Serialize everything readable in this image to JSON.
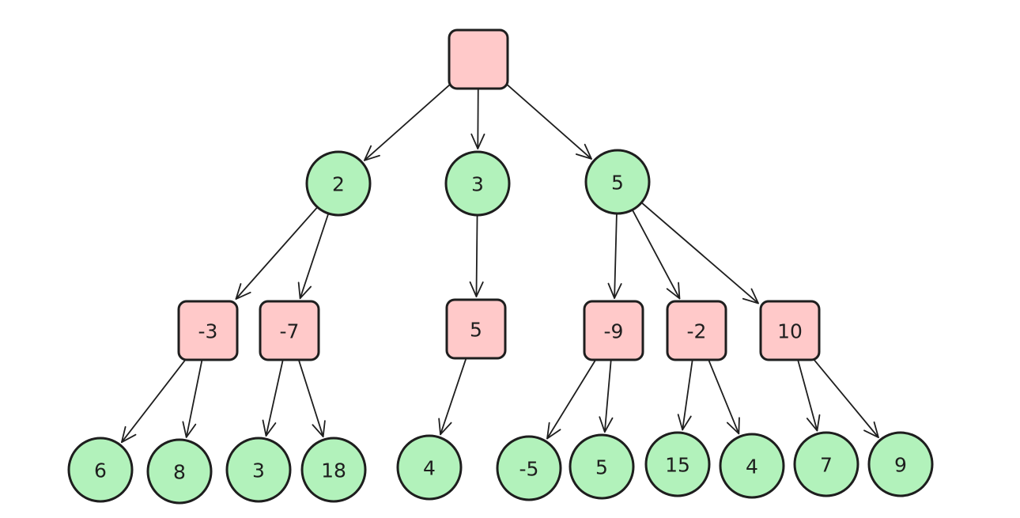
{
  "diagram": {
    "type": "game-tree",
    "colors": {
      "min_node_fill": "#ffc9c9",
      "max_node_fill": "#b2f2bb",
      "stroke": "#1e1e1e",
      "background": "#ffffff"
    },
    "nodes": [
      {
        "id": "root",
        "kind": "min",
        "shape": "square",
        "label": ""
      },
      {
        "id": "a1",
        "kind": "max",
        "shape": "circle",
        "label": "2"
      },
      {
        "id": "a2",
        "kind": "max",
        "shape": "circle",
        "label": "3"
      },
      {
        "id": "a3",
        "kind": "max",
        "shape": "circle",
        "label": "5"
      },
      {
        "id": "b1",
        "kind": "min",
        "shape": "square",
        "label": "-3"
      },
      {
        "id": "b2",
        "kind": "min",
        "shape": "square",
        "label": "-7"
      },
      {
        "id": "b3",
        "kind": "min",
        "shape": "square",
        "label": "5"
      },
      {
        "id": "b4",
        "kind": "min",
        "shape": "square",
        "label": "-9"
      },
      {
        "id": "b5",
        "kind": "min",
        "shape": "square",
        "label": "-2"
      },
      {
        "id": "b6",
        "kind": "min",
        "shape": "square",
        "label": "10"
      },
      {
        "id": "c1",
        "kind": "max",
        "shape": "circle",
        "label": "6"
      },
      {
        "id": "c2",
        "kind": "max",
        "shape": "circle",
        "label": "8"
      },
      {
        "id": "c3",
        "kind": "max",
        "shape": "circle",
        "label": "3"
      },
      {
        "id": "c4",
        "kind": "max",
        "shape": "circle",
        "label": "18"
      },
      {
        "id": "c5",
        "kind": "max",
        "shape": "circle",
        "label": "4"
      },
      {
        "id": "c6",
        "kind": "max",
        "shape": "circle",
        "label": "-5"
      },
      {
        "id": "c7",
        "kind": "max",
        "shape": "circle",
        "label": "5"
      },
      {
        "id": "c8",
        "kind": "max",
        "shape": "circle",
        "label": "15"
      },
      {
        "id": "c9",
        "kind": "max",
        "shape": "circle",
        "label": "4"
      },
      {
        "id": "c10",
        "kind": "max",
        "shape": "circle",
        "label": "7"
      },
      {
        "id": "c11",
        "kind": "max",
        "shape": "circle",
        "label": "9"
      }
    ],
    "edges": [
      {
        "from": "root",
        "to": "a1"
      },
      {
        "from": "root",
        "to": "a2"
      },
      {
        "from": "root",
        "to": "a3"
      },
      {
        "from": "a1",
        "to": "b1"
      },
      {
        "from": "a1",
        "to": "b2"
      },
      {
        "from": "a2",
        "to": "b3"
      },
      {
        "from": "a3",
        "to": "b4"
      },
      {
        "from": "a3",
        "to": "b5"
      },
      {
        "from": "a3",
        "to": "b6"
      },
      {
        "from": "b1",
        "to": "c1"
      },
      {
        "from": "b1",
        "to": "c2"
      },
      {
        "from": "b2",
        "to": "c3"
      },
      {
        "from": "b2",
        "to": "c4"
      },
      {
        "from": "b3",
        "to": "c5"
      },
      {
        "from": "b4",
        "to": "c6"
      },
      {
        "from": "b4",
        "to": "c7"
      },
      {
        "from": "b5",
        "to": "c8"
      },
      {
        "from": "b5",
        "to": "c9"
      },
      {
        "from": "b6",
        "to": "c10"
      },
      {
        "from": "b6",
        "to": "c11"
      }
    ]
  }
}
